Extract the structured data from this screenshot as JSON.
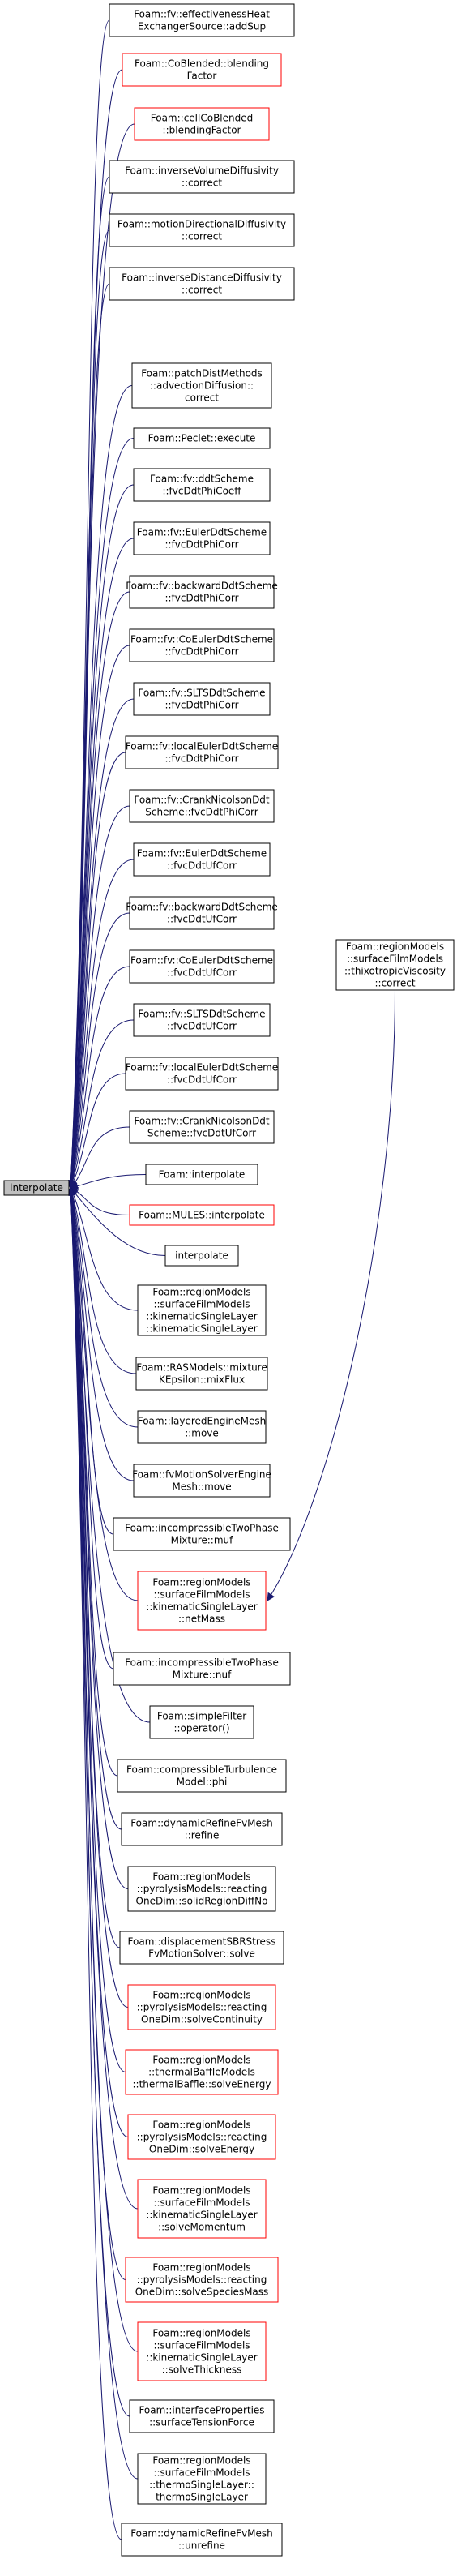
{
  "graph": {
    "root": {
      "id": "interpolate",
      "lines": [
        "interpolate"
      ]
    },
    "callers": [
      {
        "id": "n1",
        "lines": [
          "Foam::fv::effectivenessHeat",
          "ExchangerSource::addSup"
        ],
        "style": "black"
      },
      {
        "id": "n2",
        "lines": [
          "Foam::CoBlended::blending",
          "Factor"
        ],
        "style": "red"
      },
      {
        "id": "n3",
        "lines": [
          "Foam::cellCoBlended",
          "::blendingFactor"
        ],
        "style": "red"
      },
      {
        "id": "n4",
        "lines": [
          "Foam::inverseVolumeDiffusivity",
          "::correct"
        ],
        "style": "black"
      },
      {
        "id": "n5",
        "lines": [
          "Foam::motionDirectionalDiffusivity",
          "::correct"
        ],
        "style": "black"
      },
      {
        "id": "n6",
        "lines": [
          "Foam::inverseDistanceDiffusivity",
          "::correct"
        ],
        "style": "black"
      },
      {
        "id": "n7",
        "lines": [
          "Foam::regionModels",
          "::surfaceFilmModels",
          "::thixotropicViscosity",
          "::correct"
        ],
        "style": "black"
      },
      {
        "id": "n8",
        "lines": [
          "Foam::patchDistMethods",
          "::advectionDiffusion::",
          "correct"
        ],
        "style": "black"
      },
      {
        "id": "n9",
        "lines": [
          "Foam::Peclet::execute"
        ],
        "style": "black"
      },
      {
        "id": "n10",
        "lines": [
          "Foam::fv::ddtScheme",
          "::fvcDdtPhiCoeff"
        ],
        "style": "black"
      },
      {
        "id": "n11",
        "lines": [
          "Foam::fv::EulerDdtScheme",
          "::fvcDdtPhiCorr"
        ],
        "style": "black"
      },
      {
        "id": "n12",
        "lines": [
          "Foam::fv::backwardDdtScheme",
          "::fvcDdtPhiCorr"
        ],
        "style": "black"
      },
      {
        "id": "n13",
        "lines": [
          "Foam::fv::CoEulerDdtScheme",
          "::fvcDdtPhiCorr"
        ],
        "style": "black"
      },
      {
        "id": "n14",
        "lines": [
          "Foam::fv::SLTSDdtScheme",
          "::fvcDdtPhiCorr"
        ],
        "style": "black"
      },
      {
        "id": "n15",
        "lines": [
          "Foam::fv::localEulerDdtScheme",
          "::fvcDdtPhiCorr"
        ],
        "style": "black"
      },
      {
        "id": "n16",
        "lines": [
          "Foam::fv::CrankNicolsonDdt",
          "Scheme::fvcDdtPhiCorr"
        ],
        "style": "black"
      },
      {
        "id": "n17",
        "lines": [
          "Foam::fv::EulerDdtScheme",
          "::fvcDdtUfCorr"
        ],
        "style": "black"
      },
      {
        "id": "n18",
        "lines": [
          "Foam::fv::backwardDdtScheme",
          "::fvcDdtUfCorr"
        ],
        "style": "black"
      },
      {
        "id": "n19",
        "lines": [
          "Foam::fv::CoEulerDdtScheme",
          "::fvcDdtUfCorr"
        ],
        "style": "black"
      },
      {
        "id": "n20",
        "lines": [
          "Foam::fv::SLTSDdtScheme",
          "::fvcDdtUfCorr"
        ],
        "style": "black"
      },
      {
        "id": "n21",
        "lines": [
          "Foam::fv::localEulerDdtScheme",
          "::fvcDdtUfCorr"
        ],
        "style": "black"
      },
      {
        "id": "n22",
        "lines": [
          "Foam::fv::CrankNicolsonDdt",
          "Scheme::fvcDdtUfCorr"
        ],
        "style": "black"
      },
      {
        "id": "n23",
        "lines": [
          "Foam::interpolate"
        ],
        "style": "black"
      },
      {
        "id": "n24",
        "lines": [
          "Foam::MULES::interpolate"
        ],
        "style": "red"
      },
      {
        "id": "n25",
        "lines": [
          "interpolate"
        ],
        "style": "black"
      },
      {
        "id": "n26",
        "lines": [
          "Foam::regionModels",
          "::surfaceFilmModels",
          "::kinematicSingleLayer",
          "::kinematicSingleLayer"
        ],
        "style": "black"
      },
      {
        "id": "n27",
        "lines": [
          "Foam::RASModels::mixture",
          "KEpsilon::mixFlux"
        ],
        "style": "black"
      },
      {
        "id": "n28",
        "lines": [
          "Foam::layeredEngineMesh",
          "::move"
        ],
        "style": "black"
      },
      {
        "id": "n29",
        "lines": [
          "Foam::fvMotionSolverEngine",
          "Mesh::move"
        ],
        "style": "black"
      },
      {
        "id": "n30",
        "lines": [
          "Foam::incompressibleTwoPhase",
          "Mixture::muf"
        ],
        "style": "black"
      },
      {
        "id": "n31",
        "lines": [
          "Foam::regionModels",
          "::surfaceFilmModels",
          "::kinematicSingleLayer",
          "::netMass"
        ],
        "style": "red"
      },
      {
        "id": "n32",
        "lines": [
          "Foam::incompressibleTwoPhase",
          "Mixture::nuf"
        ],
        "style": "black"
      },
      {
        "id": "n33",
        "lines": [
          "Foam::simpleFilter",
          "::operator()"
        ],
        "style": "black"
      },
      {
        "id": "n34",
        "lines": [
          "Foam::compressibleTurbulence",
          "Model::phi"
        ],
        "style": "black"
      },
      {
        "id": "n35",
        "lines": [
          "Foam::dynamicRefineFvMesh",
          "::refine"
        ],
        "style": "black"
      },
      {
        "id": "n36",
        "lines": [
          "Foam::regionModels",
          "::pyrolysisModels::reacting",
          "OneDim::solidRegionDiffNo"
        ],
        "style": "black"
      },
      {
        "id": "n37",
        "lines": [
          "Foam::displacementSBRStress",
          "FvMotionSolver::solve"
        ],
        "style": "black"
      },
      {
        "id": "n38",
        "lines": [
          "Foam::regionModels",
          "::pyrolysisModels::reacting",
          "OneDim::solveContinuity"
        ],
        "style": "red"
      },
      {
        "id": "n39",
        "lines": [
          "Foam::regionModels",
          "::thermalBaffleModels",
          "::thermalBaffle::solveEnergy"
        ],
        "style": "red"
      },
      {
        "id": "n40",
        "lines": [
          "Foam::regionModels",
          "::pyrolysisModels::reacting",
          "OneDim::solveEnergy"
        ],
        "style": "red"
      },
      {
        "id": "n41",
        "lines": [
          "Foam::regionModels",
          "::surfaceFilmModels",
          "::kinematicSingleLayer",
          "::solveMomentum"
        ],
        "style": "red"
      },
      {
        "id": "n42",
        "lines": [
          "Foam::regionModels",
          "::pyrolysisModels::reacting",
          "OneDim::solveSpeciesMass"
        ],
        "style": "red"
      },
      {
        "id": "n43",
        "lines": [
          "Foam::regionModels",
          "::surfaceFilmModels",
          "::kinematicSingleLayer",
          "::solveThickness"
        ],
        "style": "red"
      },
      {
        "id": "n44",
        "lines": [
          "Foam::interfaceProperties",
          "::surfaceTensionForce"
        ],
        "style": "black"
      },
      {
        "id": "n45",
        "lines": [
          "Foam::regionModels",
          "::surfaceFilmModels",
          "::thermoSingleLayer::",
          "thermoSingleLayer"
        ],
        "style": "black"
      },
      {
        "id": "n46",
        "lines": [
          "Foam::dynamicRefineFvMesh",
          "::unrefine"
        ],
        "style": "black"
      }
    ],
    "colors": {
      "edge": "#191970",
      "node_border_black": "#000000",
      "node_border_red": "#ff0000",
      "root_fill": "#bfbfbf",
      "node_fill": "#ffffff"
    }
  }
}
